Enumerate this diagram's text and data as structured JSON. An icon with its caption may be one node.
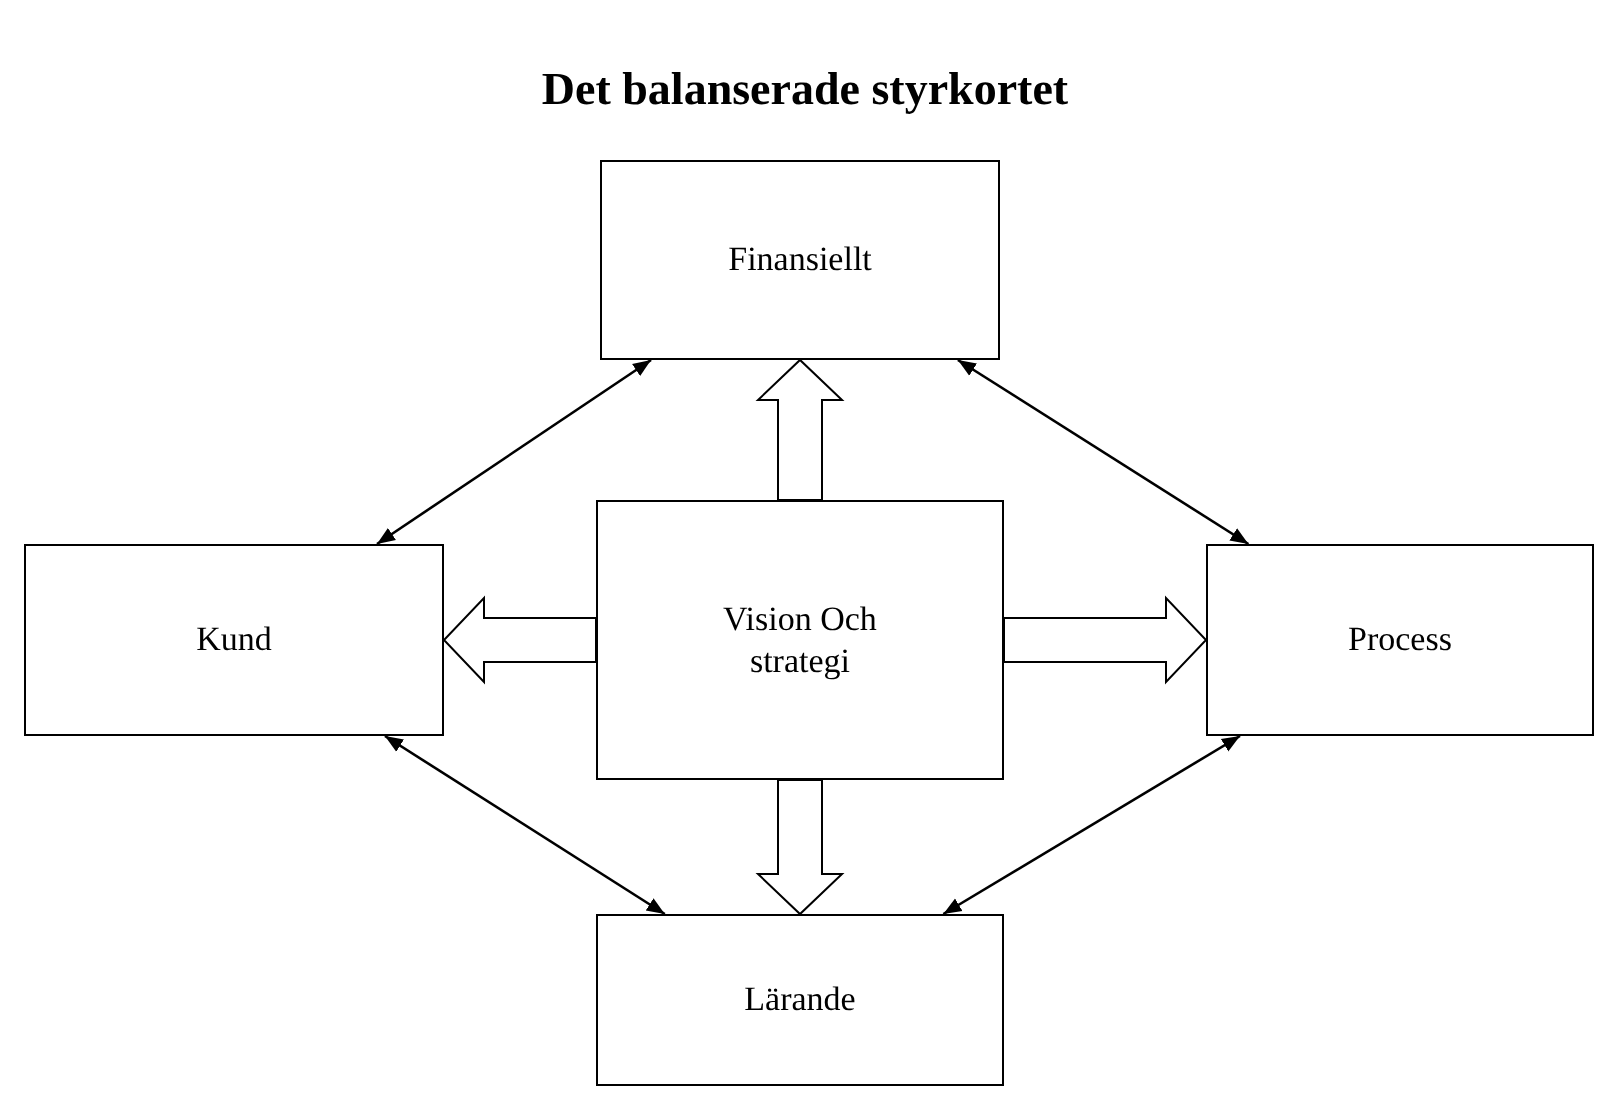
{
  "diagram": {
    "title": "Det balanserade styrkortet",
    "nodes": [
      {
        "text": [
          "Finansiellt"
        ]
      },
      {
        "text": [
          "Kund"
        ]
      },
      {
        "text": [
          "Vision Och strategi"
        ]
      },
      {
        "text": [
          "Process"
        ]
      },
      {
        "text": [
          "Lärande"
        ]
      }
    ],
    "edges": [
      {
        "from": 2,
        "to": 0,
        "arrow": "to",
        "style": "thick"
      },
      {
        "from": 2,
        "to": 1,
        "arrow": "to",
        "style": "thick"
      },
      {
        "from": 2,
        "to": 3,
        "arrow": "to",
        "style": "thick"
      },
      {
        "from": 2,
        "to": 4,
        "arrow": "to",
        "style": "thick"
      },
      {
        "from": 0,
        "to": 1,
        "arrow": "both"
      },
      {
        "from": 0,
        "to": 3,
        "arrow": "both"
      },
      {
        "from": 1,
        "to": 4,
        "arrow": "both"
      },
      {
        "from": 3,
        "to": 4,
        "arrow": "both"
      }
    ]
  }
}
